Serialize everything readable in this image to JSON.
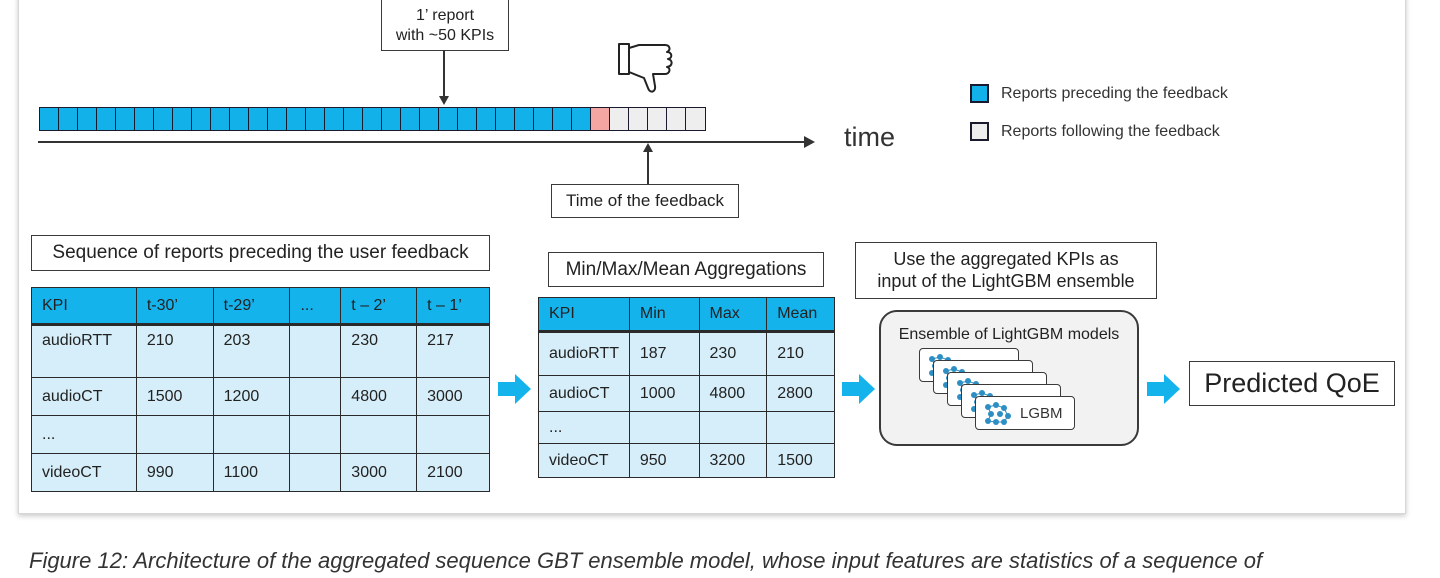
{
  "report_box": {
    "label": "1’ report\nwith ~50 KPIs"
  },
  "feedback_box": {
    "label": "Time of the feedback"
  },
  "time_label": "time",
  "legend": {
    "preceding": "Reports preceding the feedback",
    "following": "Reports following the feedback",
    "preceding_color": "#12b1ea",
    "following_color": "#eeeeee"
  },
  "timeline": {
    "preceding_count": 29,
    "feedback_count": 1,
    "following_count": 5,
    "feedback_color": "#f4a6a3"
  },
  "sequence": {
    "title": "Sequence of reports preceding the user feedback",
    "headers": [
      "KPI",
      "t-30’",
      "t-29’",
      "...",
      "t – 2’",
      "t – 1’"
    ],
    "rows": [
      [
        "audioRTT",
        "210",
        "203",
        "",
        "230",
        "217"
      ],
      [
        "audioCT",
        "1500",
        "1200",
        "",
        "4800",
        "3000"
      ],
      [
        "...",
        "",
        "",
        "",
        "",
        ""
      ],
      [
        "videoCT",
        "990",
        "1100",
        "",
        "3000",
        "2100"
      ]
    ]
  },
  "aggregation": {
    "title": "Min/Max/Mean Aggregations",
    "headers": [
      "KPI",
      "Min",
      "Max",
      "Mean"
    ],
    "rows": [
      [
        "audioRTT",
        "187",
        "230",
        "210"
      ],
      [
        "audioCT",
        "1000",
        "4800",
        "2800"
      ],
      [
        "...",
        "",
        "",
        ""
      ],
      [
        "videoCT",
        "950",
        "3200",
        "1500"
      ]
    ]
  },
  "use_box": {
    "label": "Use the aggregated KPIs as\ninput of the LightGBM ensemble"
  },
  "ensemble": {
    "title": "Ensemble of LightGBM models",
    "model_label": "LGBM"
  },
  "output": {
    "label": "Predicted QoE"
  },
  "caption": "Figure 12: Architecture of the aggregated sequence GBT ensemble model, whose input features are statistics of a sequence of"
}
